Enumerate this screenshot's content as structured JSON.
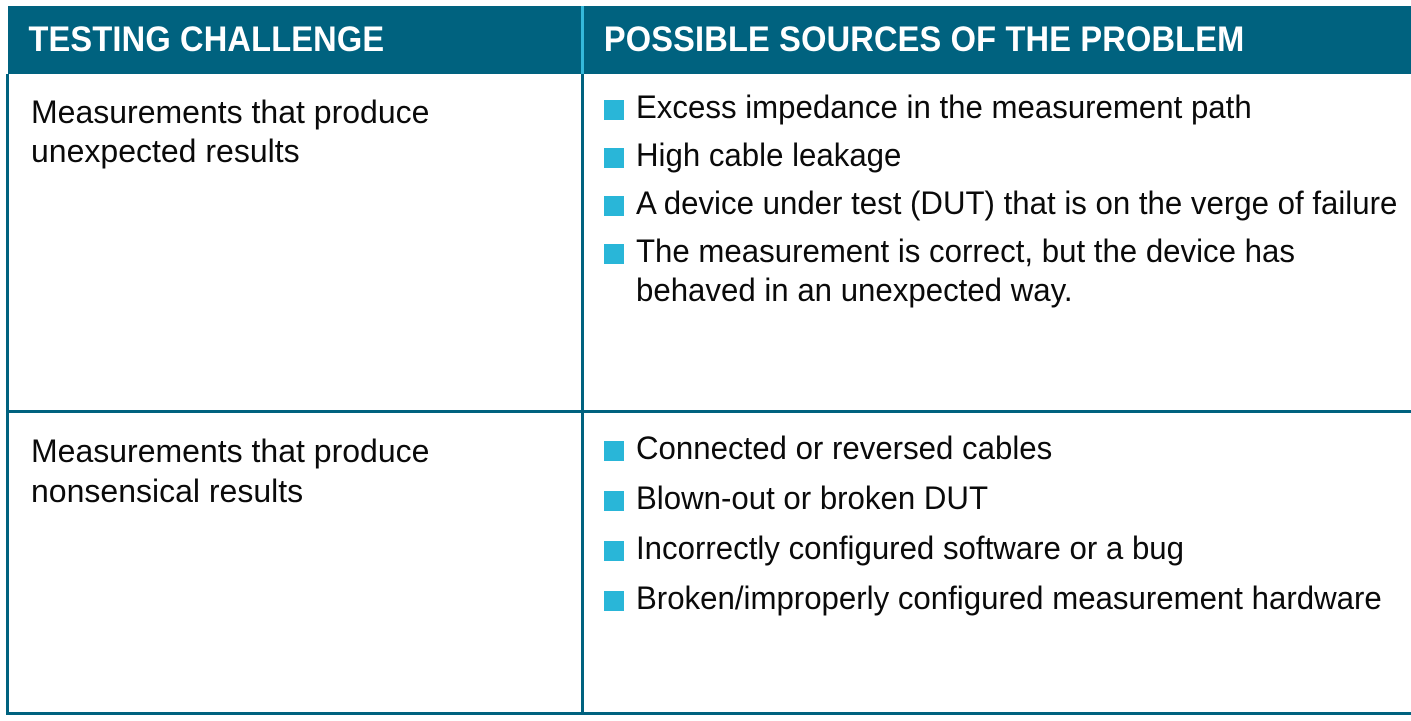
{
  "table": {
    "columns": [
      {
        "key": "challenge",
        "header": "TESTING CHALLENGE"
      },
      {
        "key": "sources",
        "header": "POSSIBLE SOURCES OF THE PROBLEM"
      }
    ],
    "rows": [
      {
        "challenge": "Measurements that produce unexpected results",
        "sources": [
          "Excess impedance in the measurement path",
          "High cable leakage",
          "A device under test (DUT) that is on the verge of failure",
          "The measurement is correct, but the device has behaved in an unexpected way."
        ]
      },
      {
        "challenge": "Measurements that produce nonsensical results",
        "sources": [
          "Connected or reversed cables",
          "Blown-out or broken DUT",
          "Incorrectly configured software or a bug",
          "Broken/improperly configured measurement hardware"
        ]
      }
    ]
  },
  "colors": {
    "header_background": "#00627f",
    "header_text": "#ffffff",
    "header_divider": "#35b9db",
    "bullet": "#29b6d8",
    "border": "#00627f",
    "body_text": "#000000",
    "cell_background": "#ffffff"
  },
  "icons": {
    "bullet": "square-bullet-icon"
  }
}
